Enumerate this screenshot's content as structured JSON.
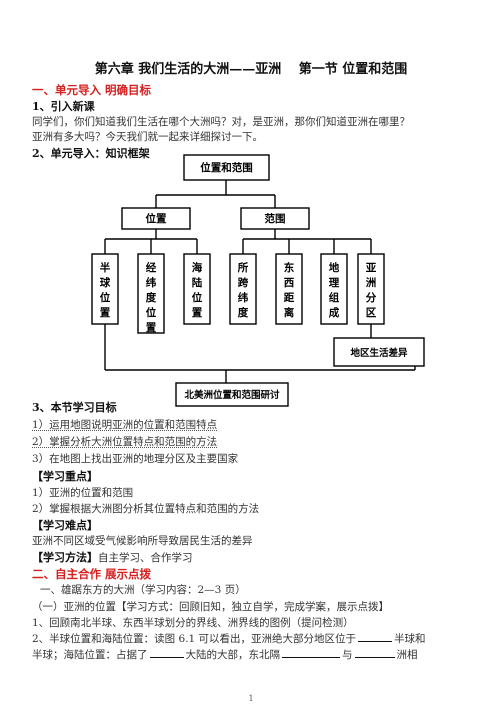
{
  "title": "第六章 我们生活的大洲——亚洲  　第一节 位置和范围",
  "sec1": {
    "heading": "一、单元导入 明确目标",
    "sub1": "1、引入新课",
    "intro_l1": "同学们，你们知道我们生活在哪个大洲吗？对，是亚洲，那你们知道亚洲在哪里？",
    "intro_l2": "亚洲有多大吗？今天我们就一起来详细探讨一下。",
    "sub2": "2、单元导入：知识框架"
  },
  "diagram": {
    "root": "位置和范围",
    "pos": "位置",
    "range": "范围",
    "leaves": [
      {
        "label": "半球位置",
        "chars": [
          "半",
          "球",
          "位",
          "置"
        ]
      },
      {
        "label": "经纬度位置",
        "chars": [
          "经",
          "纬",
          "度",
          "位",
          "置"
        ]
      },
      {
        "label": "海陆位置",
        "chars": [
          "海",
          "陆",
          "位",
          "置"
        ]
      },
      {
        "label": "所跨纬度",
        "chars": [
          "所",
          "跨",
          "纬",
          "度"
        ]
      },
      {
        "label": "东西距离",
        "chars": [
          "东",
          "西",
          "距",
          "离"
        ]
      },
      {
        "label": "地理组成",
        "chars": [
          "地",
          "理",
          "组",
          "成"
        ]
      },
      {
        "label": "亚洲分区",
        "chars": [
          "亚",
          "洲",
          "分",
          "区"
        ]
      }
    ],
    "regional": "地区生活差异",
    "na": "北美洲位置和范围研讨"
  },
  "sec3": {
    "heading": "3、本节学习目标",
    "goals": [
      "1）运用地图说明亚洲的位置和范围特点",
      "2）掌握分析大洲位置特点和范围的方法",
      "3）在地图上找出亚洲的地理分区及主要国家"
    ],
    "focus_label": "【学习重点】",
    "focus": [
      "1）亚洲的位置和范围",
      "2）掌握根据大洲图分析其位置特点和范围的方法"
    ],
    "difficulty_label": "【学习难点】",
    "difficulty": "亚洲不同区域受气候影响所导致居民生活的差异",
    "method_label": "【学习方法】",
    "method": "自主学习、合作学习"
  },
  "sec2": {
    "heading": "二、自主合作 展示点拨",
    "sub": "一、雄踞东方的大洲（学习内容：2—3 页）",
    "l1": "（一）亚洲的位置【学习方式：回顾旧知，独立自学，完成学案，展示点拨】",
    "l2": "1、回顾南北半球、东西半球划分的界线、洲界线的图例（提问检测）",
    "l3a": "2、半球位置和海陆位置：读图 6.1 可以看出，亚洲绝大部分地区位于",
    "l3b": "半球和",
    "l4a": "半球；海陆位置：占据了",
    "l4b": "大陆的大部，东北隔",
    "l4c": "与",
    "l4d": "洲相"
  },
  "page_number": "1"
}
